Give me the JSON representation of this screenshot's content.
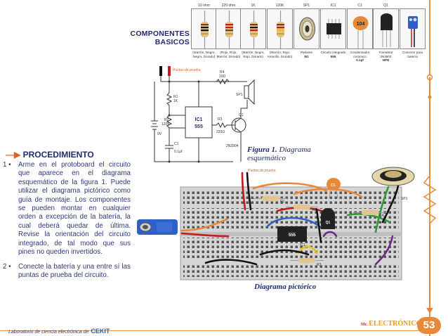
{
  "components_section": {
    "title_line1": "COMPONENTES",
    "title_line2": "BASICOS",
    "items": [
      {
        "value": "10 ohm",
        "caption": "(Marrón, Negro, Negro, Dorado)",
        "bold": ""
      },
      {
        "value": "220 ohm",
        "caption": "(Rojo, Rojo, Marrón, Dorado)",
        "bold": ""
      },
      {
        "value": "1K",
        "caption": "(Marrón, Negro, Rojo, Dorado)",
        "bold": ""
      },
      {
        "value": "120K",
        "caption": "(Marrón, Rojo, Amarillo, Dorado)",
        "bold": ""
      },
      {
        "value": "SP1",
        "caption": "Parlante",
        "bold": "8Ω"
      },
      {
        "value": "IC1",
        "caption": "Circuito integrado",
        "bold": "555"
      },
      {
        "value": "C1",
        "caption": "Condensador cerámico",
        "bold": "0.1µf"
      },
      {
        "value": "Q1",
        "caption": "Transistor 2N3904",
        "bold": "NPN"
      },
      {
        "value": "",
        "caption": "Conector para batería",
        "bold": ""
      }
    ],
    "capacitor_marking": "104"
  },
  "schematic": {
    "test_points_label": "Puntas de prueba",
    "r4_label": "R4",
    "r4_value": "10Ω",
    "r1_label": "R1",
    "r1_value": "1K",
    "r2_label": "R2",
    "r2_value": "120K",
    "r3_label": "R3",
    "r3_value": "220Ω",
    "ic_label": "IC1",
    "ic_value": "555",
    "q_label": "Q1",
    "q_value": "2N3904",
    "c_label": "C1",
    "c_value": "0.1µf",
    "sp_label": "SP1",
    "battery_value": "9V"
  },
  "figure_caption": {
    "bold": "Figura 1.",
    "rest": "Diagrama esquemático"
  },
  "pictorial": {
    "test_points_label": "Puntas de prueba",
    "labels": [
      "C1",
      "R1",
      "R2",
      "R4",
      "SP1",
      "555",
      "IC1",
      "Q1",
      "R3"
    ],
    "caption": "Diagrama pictórico"
  },
  "procedure": {
    "heading": "PROCEDIMIENTO",
    "steps": [
      {
        "num": "1 •",
        "text": "Arme en el protoboard el circuito que aparece en el diagrama esquemático de la figura 1. Puede utilizar el diagrama pictórico como guía de montaje. Los componentes se pueden montar en cualquier orden a excepción de la batería, la cual deberá quedar de última. Revise la orientación del circuito integrado, de tal modo que sus pines no queden invertidos."
      },
      {
        "num": "2 •",
        "text": "Conecte la batería y una entre sí las puntas de prueba del circuito."
      }
    ]
  },
  "footer": {
    "text": "Laboratorio de ciencia electrónica de",
    "brand": "CEKIT",
    "logo_small": "Mr.",
    "logo": "ELECTRÓNICO",
    "page_number": "53"
  },
  "colors": {
    "navy": "#1f2d6b",
    "orange": "#e8893a",
    "board": "#d9d9d9"
  }
}
